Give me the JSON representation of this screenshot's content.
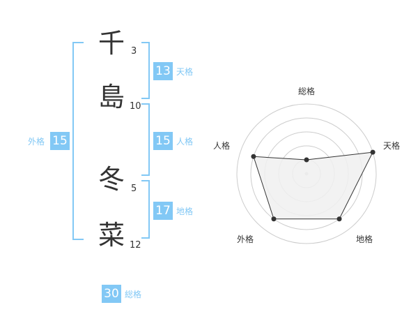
{
  "name": {
    "chars": [
      {
        "char": "千",
        "strokes": "3"
      },
      {
        "char": "島",
        "strokes": "10"
      },
      {
        "char": "冬",
        "strokes": "5"
      },
      {
        "char": "菜",
        "strokes": "12"
      }
    ]
  },
  "kaku": {
    "tenkaku": {
      "value": "13",
      "label": "天格"
    },
    "jinkaku": {
      "value": "15",
      "label": "人格"
    },
    "chikaku": {
      "value": "17",
      "label": "地格"
    },
    "gaikaku": {
      "value": "15",
      "label": "外格"
    },
    "soukaku": {
      "value": "30",
      "label": "総格"
    }
  },
  "chart_data": {
    "type": "radar",
    "axes": [
      "総格",
      "天格",
      "地格",
      "外格",
      "人格"
    ],
    "values": [
      1,
      5,
      4,
      4,
      4
    ],
    "max": 5,
    "colors": {
      "fill": "#f0f0f0",
      "line": "#333333",
      "grid": "#cccccc",
      "accent": "#82c8f5"
    }
  }
}
